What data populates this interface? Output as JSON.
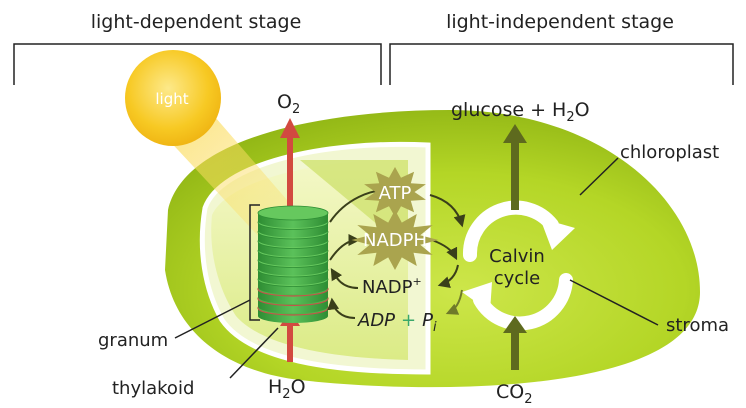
{
  "stages": {
    "left": "light-dependent stage",
    "right": "light-independent stage"
  },
  "sun": {
    "label": "light"
  },
  "outputs": {
    "o2": "O",
    "o2_sub": "2",
    "h2o_bottom": "H",
    "h2o_bottom_sub": "2",
    "h2o_bottom_tail": "O",
    "glucose": "glucose + H",
    "glucose_sub": "2",
    "glucose_tail": "O",
    "co2": "CO",
    "co2_sub": "2"
  },
  "molecules": {
    "atp": "ATP",
    "nadph": "NADPH",
    "nadp": "NADP",
    "nadp_sup": "+",
    "adp": "ADP",
    "plus": "+",
    "pi": "P",
    "pi_sub": "i"
  },
  "calvin": {
    "line1": "Calvin",
    "line2": "cycle"
  },
  "parts": {
    "chloroplast": "chloroplast",
    "stroma": "stroma",
    "granum": "granum",
    "thylakoid": "thylakoid"
  },
  "colors": {
    "chloroplast_green": "#a8cc1c",
    "thylakoid_green": "#3aa63a",
    "arrow_red": "#d24a40",
    "arrow_olive": "#5e6a1e",
    "star_khaki": "#aaa44e",
    "sun_yellow": "#f7c41c"
  }
}
